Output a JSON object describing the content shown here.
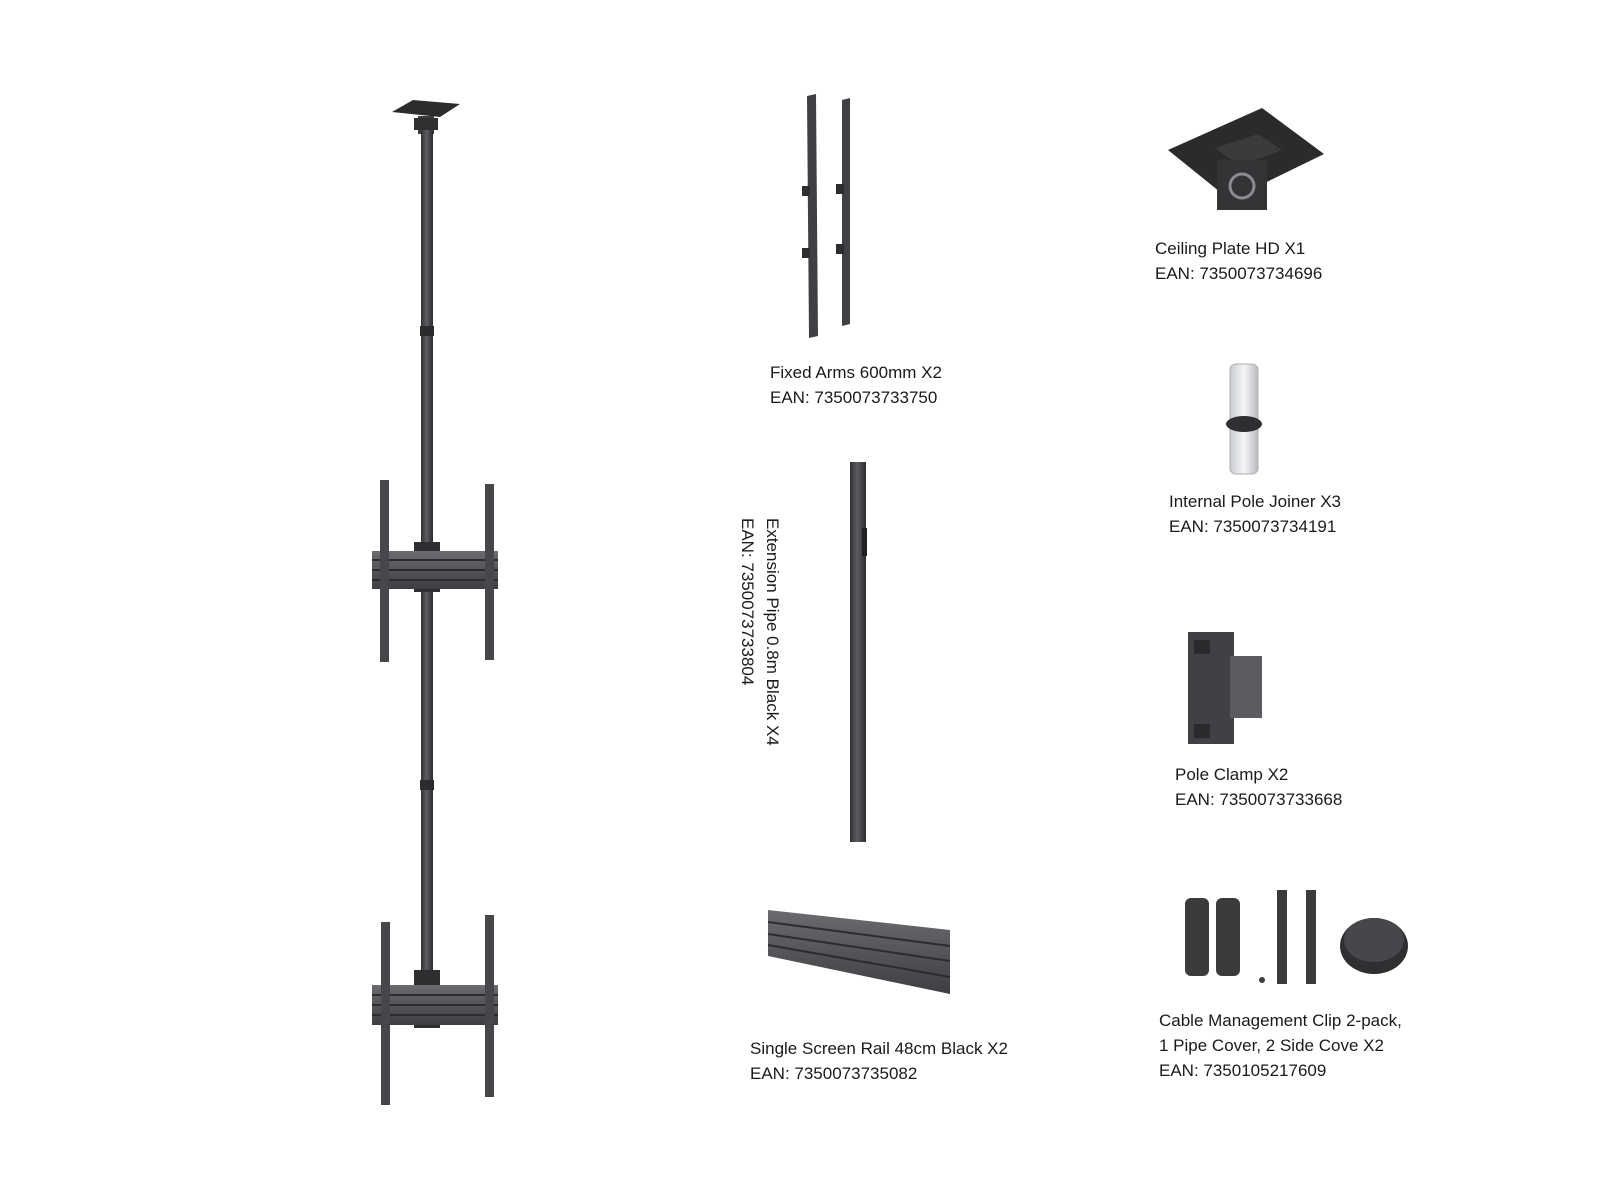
{
  "parts": {
    "fixed_arms": {
      "name": "Fixed Arms 600mm X2",
      "ean": "EAN: 7350073733750"
    },
    "ceiling_plate": {
      "name": "Ceiling Plate HD X1",
      "ean": "EAN: 7350073734696"
    },
    "extension_pipe": {
      "name": "Extension Pipe 0.8m Black X4",
      "ean": "EAN: 7350073733804"
    },
    "pole_joiner": {
      "name": "Internal Pole Joiner X3",
      "ean": "EAN: 7350073734191"
    },
    "pole_clamp": {
      "name": "Pole Clamp X2",
      "ean": "EAN: 7350073733668"
    },
    "screen_rail": {
      "name": "Single Screen Rail 48cm Black X2",
      "ean": "EAN: 7350073735082"
    },
    "cable_clip": {
      "name_line1": "Cable Management Clip 2-pack,",
      "name_line2": "1 Pipe Cover, 2 Side Cove X2",
      "ean": "EAN: 7350105217609"
    }
  },
  "colors": {
    "metal_dark": "#3a3b3d",
    "metal_mid": "#55575a",
    "metal_light": "#8a8c90",
    "joiner": "#dfe1e4",
    "text": "#1a1a1a"
  }
}
